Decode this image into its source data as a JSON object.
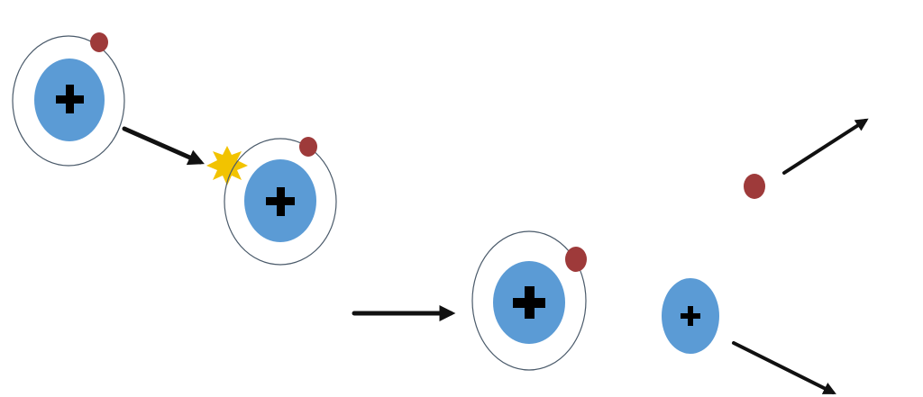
{
  "diagram": {
    "colors": {
      "background": "#ffffff",
      "nucleus": "#5b9bd5",
      "electron": "#9e3a3a",
      "orbit": "#4a5a6a",
      "symbol": "#000000",
      "arrow": "#111111",
      "collision": "#f2c300"
    },
    "atoms": [
      {
        "id": "atom-1",
        "state": "approaching",
        "nucleus_charge": "positive",
        "electrons": 1,
        "icon": "plus-icon"
      },
      {
        "id": "atom-2",
        "state": "struck",
        "nucleus_charge": "positive",
        "electrons": 1,
        "icon": "plus-icon"
      },
      {
        "id": "atom-3",
        "state": "excited",
        "nucleus_charge": "positive",
        "electrons": 1,
        "icon": "plus-icon"
      }
    ],
    "ionization_products": {
      "free_electron": {
        "icon": "electron-icon"
      },
      "ion": {
        "nucleus_charge": "positive",
        "icon": "plus-icon"
      }
    },
    "collision_marker": {
      "icon": "collision-burst-icon"
    },
    "arrows": [
      {
        "id": "arrow-atom-motion",
        "icon": "arrow-right-icon"
      },
      {
        "id": "arrow-process-step",
        "icon": "arrow-right-icon"
      },
      {
        "id": "arrow-electron-escape",
        "icon": "arrow-right-icon"
      },
      {
        "id": "arrow-ion-motion",
        "icon": "arrow-right-icon"
      }
    ]
  }
}
